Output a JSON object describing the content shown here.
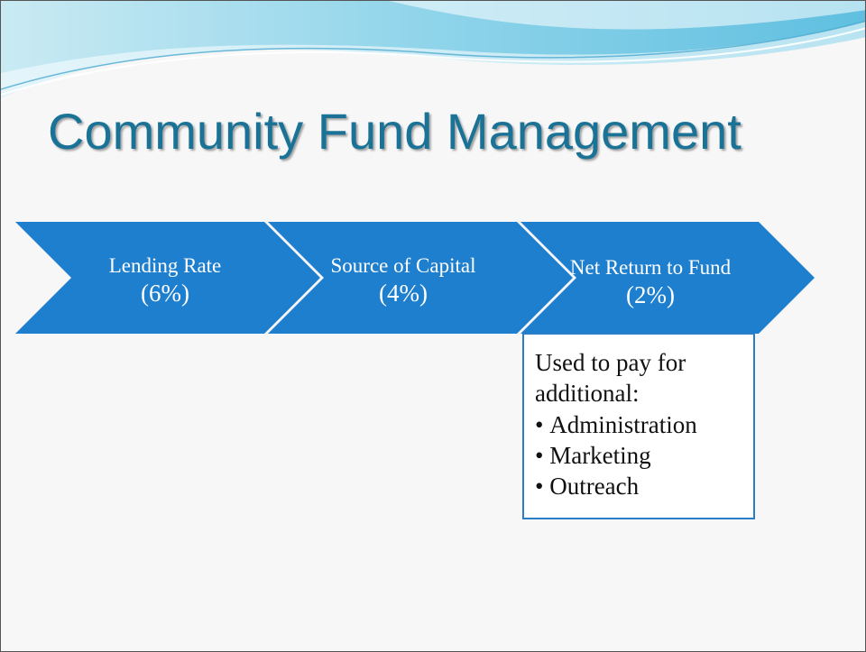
{
  "slide": {
    "title": "Community Fund Management"
  },
  "flow": {
    "steps": [
      {
        "label": "Lending Rate",
        "value": "(6%)"
      },
      {
        "label": "Source of Capital",
        "value": "(4%)"
      },
      {
        "label": "Net Return to Fund",
        "value": "(2%)"
      }
    ]
  },
  "note": {
    "intro_line1": "Used to pay for",
    "intro_line2": "additional:",
    "items": [
      "Administration",
      "Marketing",
      "Outreach"
    ]
  },
  "colors": {
    "title": "#1a7396",
    "chevron": "#1e7fcf",
    "note_border": "#2a7ec8"
  }
}
